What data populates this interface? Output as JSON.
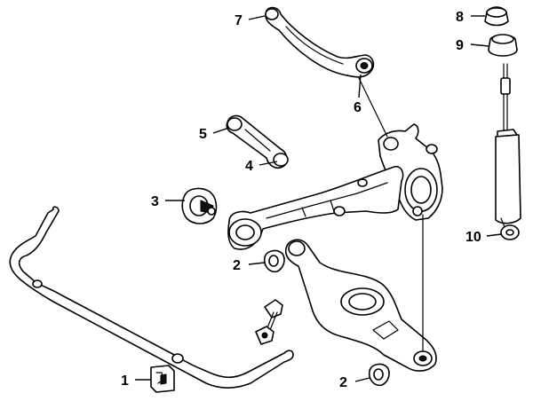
{
  "callouts": [
    {
      "id": "stabilizer-bushing",
      "number": "1"
    },
    {
      "id": "bushing-a",
      "number": "2"
    },
    {
      "id": "bushing-b",
      "number": "2"
    },
    {
      "id": "trailing-arm-bushing",
      "number": "3"
    },
    {
      "id": "lower-link",
      "number": "4"
    },
    {
      "id": "upper-link",
      "number": "5"
    },
    {
      "id": "upper-arm-bushing",
      "number": "6"
    },
    {
      "id": "upper-control-arm",
      "number": "7"
    },
    {
      "id": "shock-top-bushing",
      "number": "8"
    },
    {
      "id": "shock-mount",
      "number": "9"
    },
    {
      "id": "shock-absorber",
      "number": "10"
    }
  ]
}
